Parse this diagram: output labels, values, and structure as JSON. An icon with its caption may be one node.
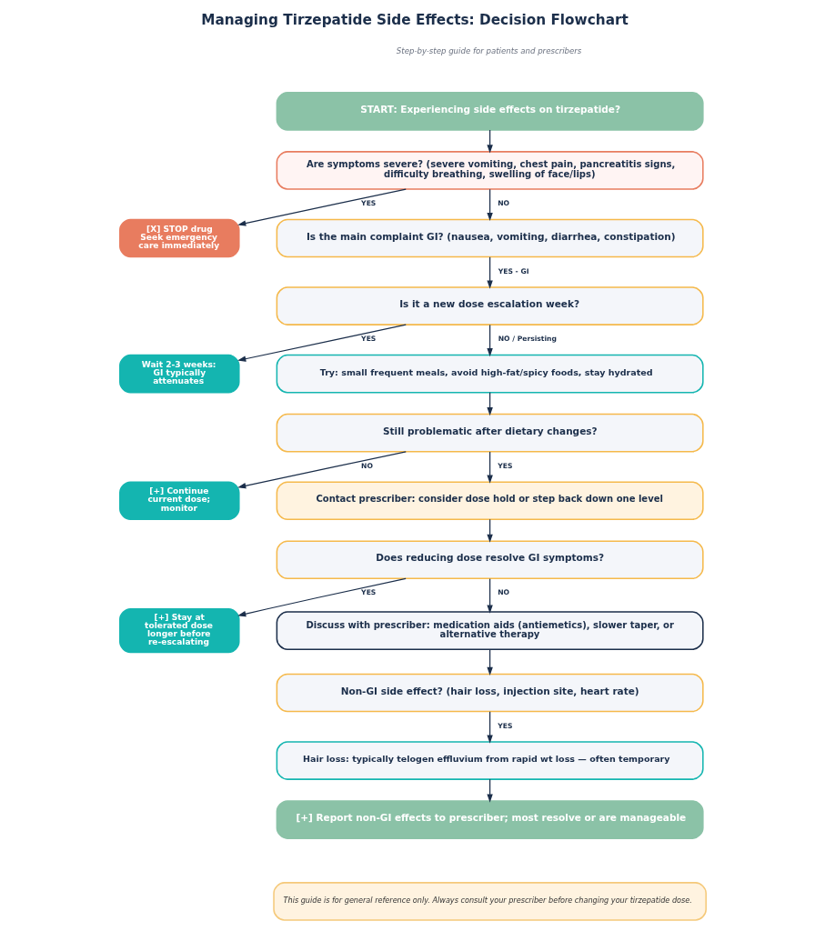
{
  "diagram": {
    "title": "Managing Tirzepatide Side Effects: Decision Flowchart",
    "nodes": [
      {
        "text": [
          "START: Experiencing side effects on tirzepatide?"
        ]
      },
      {
        "text": [
          "Are symptoms severe? (severe vomiting, chest pain, pancreatitis signs, difficulty breathing, swelling of face/lips)"
        ]
      },
      {
        "text": [
          "[X] STOP drug Seek emergency care immediately"
        ]
      },
      {
        "text": [
          "Is the main complaint GI? (nausea, vomiting, diarrhea, constipation)"
        ]
      },
      {
        "text": [
          "Is it a new dose escalation week?"
        ]
      },
      {
        "text": [
          "Wait 2-3 weeks: GI typically attenuates"
        ]
      },
      {
        "text": [
          "Try: small frequent meals, avoid high-fat/spicy foods, stay hydrated"
        ]
      },
      {
        "text": [
          "Still problematic after dietary changes?"
        ]
      },
      {
        "text": [
          "[+] Continue current dose; monitor"
        ]
      },
      {
        "text": [
          "Contact prescriber: consider dose hold or step back down one level"
        ]
      },
      {
        "text": [
          "Does reducing dose resolve GI symptoms?"
        ]
      },
      {
        "text": [
          "[+] Stay at tolerated dose longer before re-escalating"
        ]
      },
      {
        "text": [
          "Discuss with prescriber: medication aids (antiemetics), slower taper, or alternative therapy"
        ]
      },
      {
        "text": [
          "Non-GI side effect? (hair loss, injection site, heart rate)"
        ]
      },
      {
        "text": [
          "Hair loss: typically telogen effluvium from rapid wt loss — often temporary"
        ]
      },
      {
        "text": [
          "[+] Report non-GI effects to prescriber; most resolve or are manageable"
        ]
      },
      {
        "text": [
          "This guide is for general reference only. Always consult your prescriber before changing your tirzepatide dose."
        ]
      }
    ],
    "edges": [
      {
        "from": 0,
        "to": 1,
        "arrow": "to"
      },
      {
        "from": 1,
        "to": 2,
        "arrow": "to",
        "label": "YES"
      },
      {
        "from": 1,
        "to": 3,
        "arrow": "to",
        "label": "NO"
      },
      {
        "from": 3,
        "to": 4,
        "arrow": "to",
        "label": "YES - GI"
      },
      {
        "from": 4,
        "to": 5,
        "arrow": "to",
        "label": "YES"
      },
      {
        "from": 4,
        "to": 6,
        "arrow": "to",
        "label": "NO / Persisting"
      },
      {
        "from": 6,
        "to": 7,
        "arrow": "to"
      },
      {
        "from": 7,
        "to": 8,
        "arrow": "to",
        "label": "NO"
      },
      {
        "from": 7,
        "to": 9,
        "arrow": "to",
        "label": "YES"
      },
      {
        "from": 9,
        "to": 10,
        "arrow": "to"
      },
      {
        "from": 10,
        "to": 11,
        "arrow": "to",
        "label": "YES"
      },
      {
        "from": 10,
        "to": 12,
        "arrow": "to",
        "label": "NO"
      },
      {
        "from": 12,
        "to": 13,
        "arrow": "to"
      },
      {
        "from": 13,
        "to": 14,
        "arrow": "to",
        "label": "YES"
      },
      {
        "from": 14,
        "to": 15,
        "arrow": "to"
      }
    ],
    "labels": [
      "Step-by-step guide for patients and prescribers"
    ]
  }
}
